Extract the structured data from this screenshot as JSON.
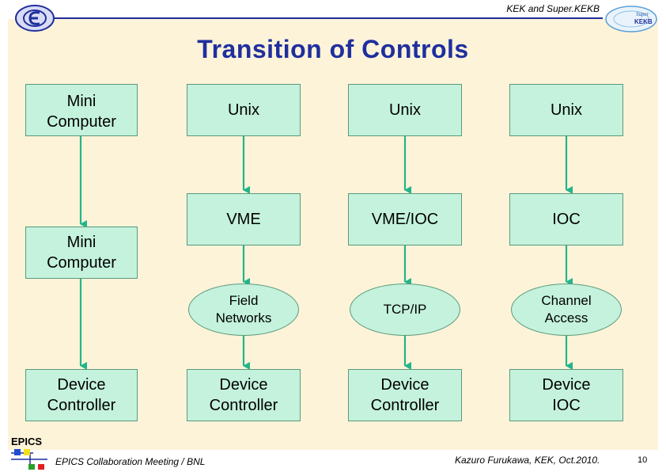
{
  "header": {
    "text": "KEK and Super.KEKB"
  },
  "title": "Transition of Controls",
  "columns": [
    {
      "boxes": [
        "Mini\nComputer",
        "Mini\nComputer",
        "Device\nController"
      ]
    },
    {
      "boxes": [
        "Unix",
        "VME",
        "Field\nNetworks",
        "Device\nController"
      ]
    },
    {
      "boxes": [
        "Unix",
        "VME/IOC",
        "TCP/IP",
        "Device\nController"
      ]
    },
    {
      "boxes": [
        "Unix",
        "IOC",
        "Channel\nAccess",
        "Device\nIOC"
      ]
    }
  ],
  "footer": {
    "epics_label": "EPICS",
    "left": "EPICS Collaboration Meeting / BNL",
    "right": "Kazuro Furukawa, KEK, Oct.2010.",
    "page": "10"
  },
  "logo_right_text": "Super KEKB",
  "colors": {
    "title": "#1f2f9e",
    "box_fill": "#c4f2dd",
    "arrow": "#22b58a",
    "background": "#fdf3d9"
  }
}
